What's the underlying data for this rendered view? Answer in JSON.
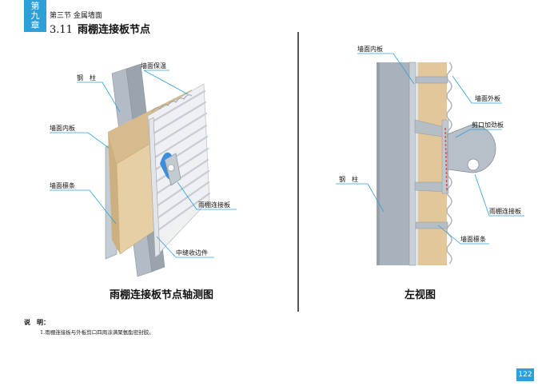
{
  "header": {
    "chapter_tab": [
      "第",
      "九",
      "章"
    ],
    "section": "第三节 金属墙面",
    "title_number": "3.11",
    "title_text": "雨棚连接板节点"
  },
  "axonometric": {
    "caption": "雨棚连接板节点轴测图",
    "labels": {
      "steel_column": "钢　柱",
      "wall_insulation": "墙面保温",
      "wall_inner_panel": "墙面内板",
      "wall_purlin": "墙面檩条",
      "canopy_plate": "雨棚连接板",
      "middle_seam_trim": "中缝收边件"
    }
  },
  "left_view": {
    "caption": "左视图",
    "labels": {
      "wall_inner_panel": "墙面内板",
      "wall_outer_panel": "墙面外板",
      "cut_stiffener": "剪口加劲板",
      "steel_column": "钢　柱",
      "canopy_plate": "雨棚连接板",
      "wall_purlin": "墙面檩条"
    }
  },
  "notes": {
    "title": "说　明：",
    "items": [
      "1.雨棚连接板与外板剪口四周涂满聚氨酯密封胶。"
    ]
  },
  "page_number": "122",
  "colors": {
    "accent": "#2ea0d8",
    "steel": "#a7b0ba",
    "insulation": "#e3caa0",
    "panel": "#eef0f2"
  }
}
